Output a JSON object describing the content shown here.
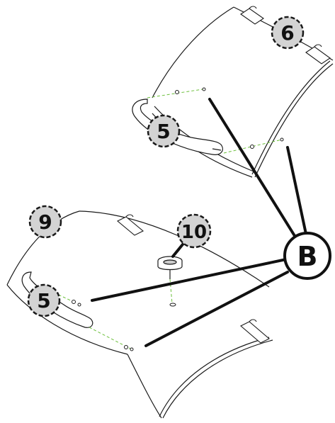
{
  "callouts": [
    {
      "id": "part-6",
      "label": "6"
    },
    {
      "id": "part-5-top",
      "label": "5"
    },
    {
      "id": "part-9",
      "label": "9"
    },
    {
      "id": "part-10",
      "label": "10"
    },
    {
      "id": "part-5-bottom",
      "label": "5"
    }
  ],
  "hardware_callout": {
    "label": "B"
  },
  "colors": {
    "line": "#1a1a1a",
    "callout_fill": "#d3d3d3",
    "dash_guide": "#6bbf3a",
    "background": "#ffffff"
  }
}
